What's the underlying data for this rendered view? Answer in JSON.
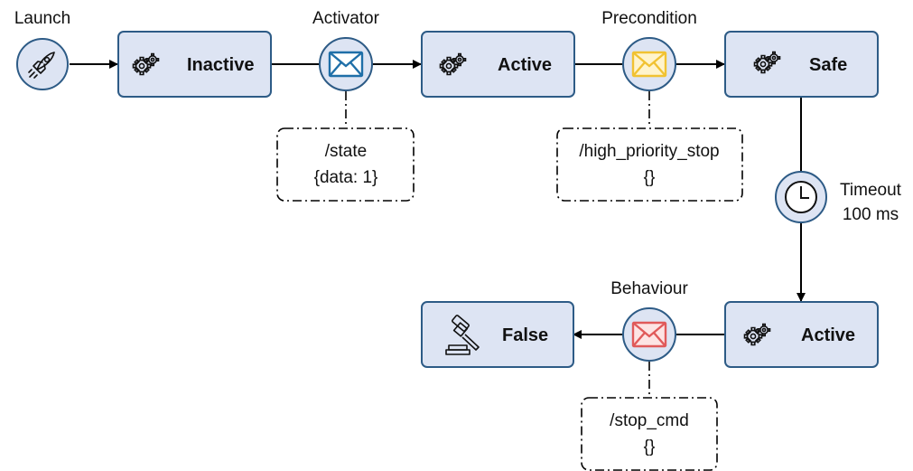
{
  "start": {
    "label": "Launch",
    "icon": "rocket-icon"
  },
  "states": [
    {
      "id": "inactive",
      "label": "Inactive",
      "icon": "gears-icon"
    },
    {
      "id": "active1",
      "label": "Active",
      "icon": "gears-icon"
    },
    {
      "id": "safe",
      "label": "Safe",
      "icon": "gears-icon"
    },
    {
      "id": "active2",
      "label": "Active",
      "icon": "gears-icon"
    },
    {
      "id": "false",
      "label": "False",
      "icon": "gavel-icon"
    }
  ],
  "events": [
    {
      "id": "activator",
      "label": "Activator",
      "icon": "envelope-icon",
      "color": "#1f6fa8",
      "note": [
        "/state",
        "{data: 1}"
      ]
    },
    {
      "id": "precondition",
      "label": "Precondition",
      "icon": "envelope-icon",
      "color": "#f1c232",
      "note": [
        "/high_priority_stop",
        "{}"
      ]
    },
    {
      "id": "behaviour",
      "label": "Behaviour",
      "icon": "envelope-icon",
      "color": "#e05a5a",
      "note": [
        "/stop_cmd",
        "{}"
      ]
    }
  ],
  "timeout": {
    "label_line1": "Timeout",
    "label_line2": "100 ms",
    "icon": "clock-icon"
  }
}
